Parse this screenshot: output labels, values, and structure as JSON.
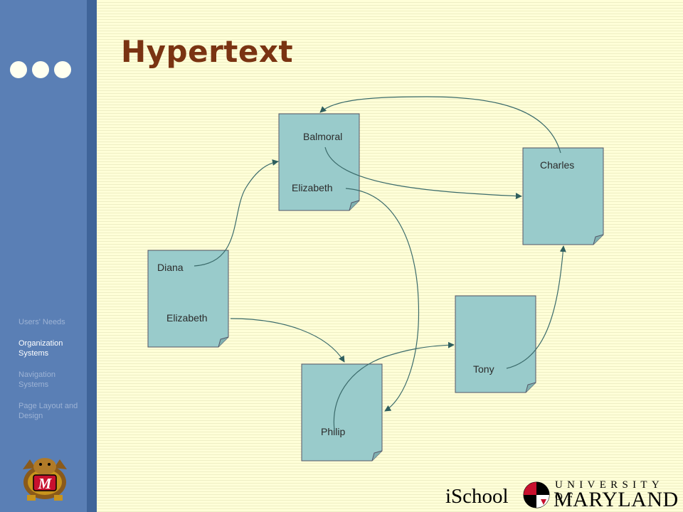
{
  "slide": {
    "title": "Hypertext"
  },
  "sidebar": {
    "nav": [
      {
        "label": "Users' Needs",
        "active": false
      },
      {
        "label": "Organization Systems",
        "active": true
      },
      {
        "label": "Navigation Systems",
        "active": false
      },
      {
        "label": "Page Layout and Design",
        "active": false
      }
    ]
  },
  "footer": {
    "ischool": "iSchool",
    "university_of": "UNIVERSITY OF",
    "maryland": "MARYLAND",
    "mascot_letter": "M"
  },
  "diagram": {
    "page_color": "#99cbcb",
    "pages": [
      {
        "id": "page-balmoral",
        "labels": [
          "Balmoral",
          "Elizabeth"
        ]
      },
      {
        "id": "page-charles",
        "labels": [
          "Charles"
        ]
      },
      {
        "id": "page-diana",
        "labels": [
          "Diana",
          "Elizabeth"
        ]
      },
      {
        "id": "page-tony",
        "labels": [
          "Tony"
        ]
      },
      {
        "id": "page-philip",
        "labels": [
          "Philip"
        ]
      }
    ],
    "links": [
      {
        "from": "Diana",
        "to": "Balmoral page"
      },
      {
        "from": "Diana page: Elizabeth",
        "to": "Philip page"
      },
      {
        "from": "Balmoral",
        "to": "Charles page"
      },
      {
        "from": "Charles",
        "to": "Balmoral page"
      },
      {
        "from": "Balmoral page: Elizabeth",
        "to": "Philip page"
      },
      {
        "from": "Philip",
        "to": "Tony page"
      },
      {
        "from": "Tony",
        "to": "Charles page"
      }
    ]
  }
}
